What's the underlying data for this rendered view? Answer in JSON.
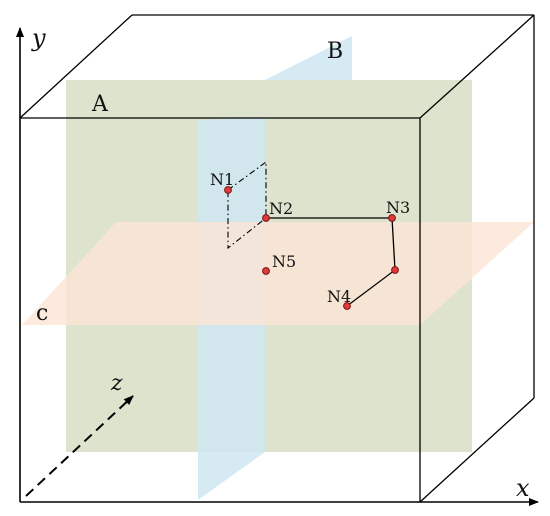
{
  "axes": {
    "x_label": "x",
    "y_label": "y",
    "z_label": "z"
  },
  "planes": {
    "a_label": "A",
    "b_label": "B",
    "c_label": "c"
  },
  "nodes": [
    {
      "id": "n1",
      "label": "N1"
    },
    {
      "id": "n2",
      "label": "N2"
    },
    {
      "id": "n3",
      "label": "N3"
    },
    {
      "id": "n4",
      "label": "N4"
    },
    {
      "id": "n5",
      "label": "N5"
    }
  ],
  "colors": {
    "plane_a": "#dde3cd",
    "plane_b": "#cfe6f2",
    "plane_c": "#fde5d6",
    "node_fill": "#e23a3a",
    "line": "#000000"
  }
}
